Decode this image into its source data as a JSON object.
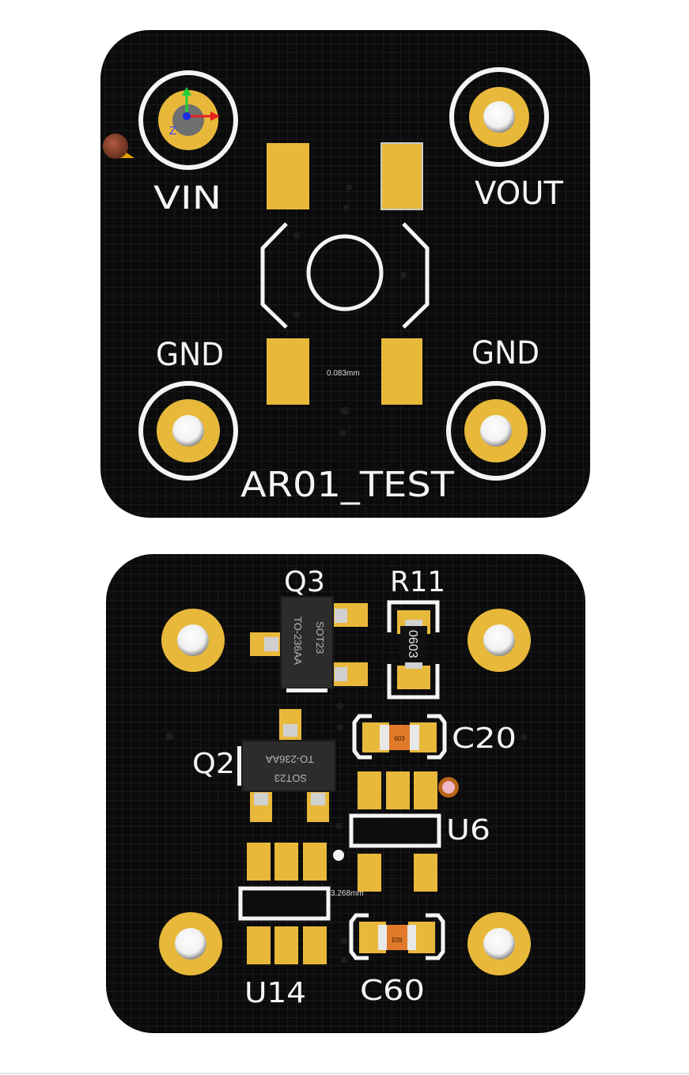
{
  "top_board": {
    "labels": {
      "vin": "VIN",
      "vout": "VOUT",
      "gnd_left": "GND",
      "gnd_right": "GND",
      "board_name": "AR01_TEST",
      "measure": "0.083mm"
    },
    "axis_gizmo": {
      "z_label": "Z"
    }
  },
  "bottom_board": {
    "designators": {
      "q3": "Q3",
      "r11": "R11",
      "c20": "C20",
      "q2": "Q2",
      "u6": "U6",
      "u14": "U14",
      "c60": "C60"
    },
    "package_text": {
      "q3_line1": "SOT23",
      "q3_line2": "TO-236AA",
      "q2_line1": "TO-236AA",
      "q2_line2": "SOT23",
      "r11_body": "0603",
      "c20_body": "603",
      "c60_body": "603"
    },
    "measure": "3.268mm"
  },
  "colors": {
    "board": "#0b0b0b",
    "copper": "#e8b83a",
    "silkscreen": "#f4f4f4",
    "capacitor_body": "#e07a2a"
  }
}
